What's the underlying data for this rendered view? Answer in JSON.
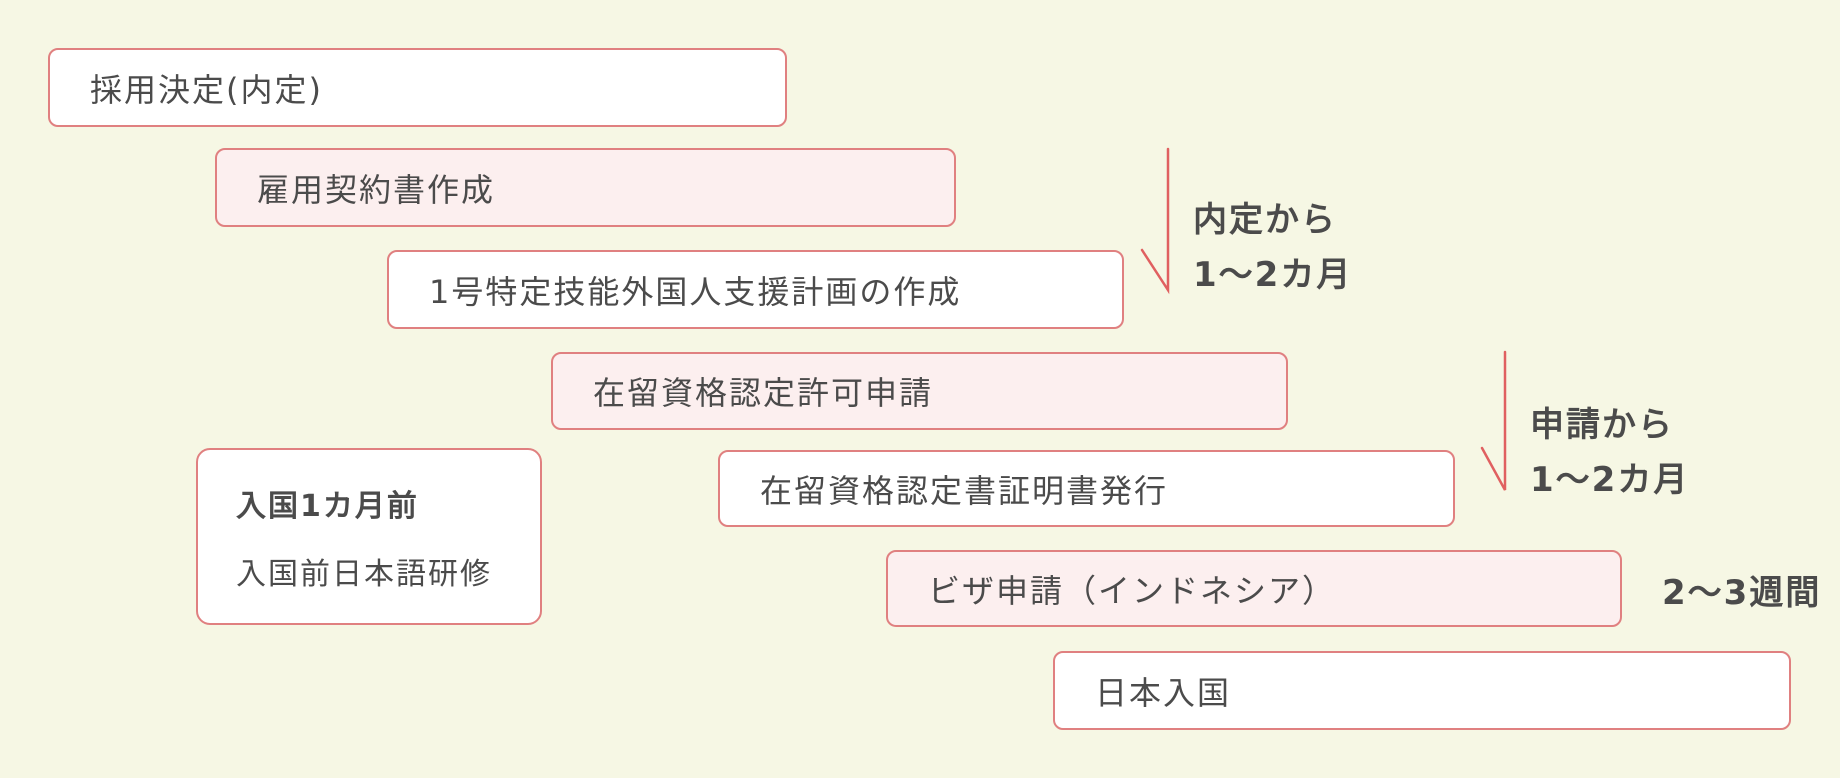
{
  "colors": {
    "background": "#f6f7e4",
    "box_border": "#e08080",
    "arrow": "#e06060",
    "text": "#4b4b4b",
    "pink_fill": "#fcefef",
    "white_fill": "#ffffff"
  },
  "steps": [
    {
      "label": "採用決定(内定)"
    },
    {
      "label": "雇用契約書作成"
    },
    {
      "label": "1号特定技能外国人支援計画の作成"
    },
    {
      "label": "在留資格認定許可申請"
    },
    {
      "label": "在留資格認定書証明書発行"
    },
    {
      "label": "ビザ申請（インドネシア）"
    },
    {
      "label": "日本入国"
    }
  ],
  "side_note": {
    "title": "入国1カ月前",
    "body": "入国前日本語研修"
  },
  "annotations": [
    {
      "line1": "内定から",
      "line2": "1〜2カ月"
    },
    {
      "line1": "申請から",
      "line2": "1〜2カ月"
    },
    {
      "line1": "2〜3週間"
    }
  ]
}
